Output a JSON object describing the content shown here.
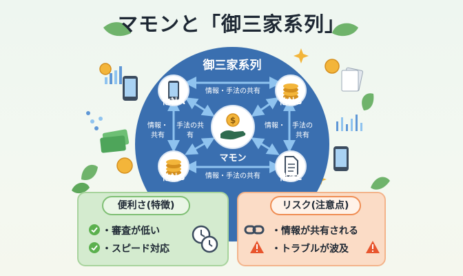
{
  "title": "マモンと「御三家系列」",
  "hub": {
    "title": "御三家系列",
    "center": "マモン",
    "nodes": [
      {
        "label": "他社A",
        "icon": "smartphone-icon"
      },
      {
        "label": "他社B",
        "icon": "coins-icon"
      },
      {
        "label": "他社B",
        "icon": "coins-icon"
      },
      {
        "label": "他社C",
        "icon": "document-icon"
      }
    ],
    "edges": {
      "top": "情報・手法の共有",
      "bottom": "情報・手法の共有",
      "left_outer": "情報・共有",
      "left_inner": "手法の共有",
      "right_inner": "情報・",
      "right_outer": "手法の共有"
    }
  },
  "benefits": {
    "title": "便利さ(特徴)",
    "items": [
      "・審査が低い",
      "・スピード対応"
    ]
  },
  "risks": {
    "title": "リスク(注意点)",
    "items": [
      "・情報が共有される",
      "・トラブルが波及"
    ]
  },
  "colors": {
    "hub": "#3a6fb0",
    "arrow": "#8fc3ef",
    "benefit_bg": "#d4ebcf",
    "risk_bg": "#fbdcc6",
    "check": "#5bb04e",
    "warning": "#e8552d",
    "coin": "#f3b53a"
  }
}
